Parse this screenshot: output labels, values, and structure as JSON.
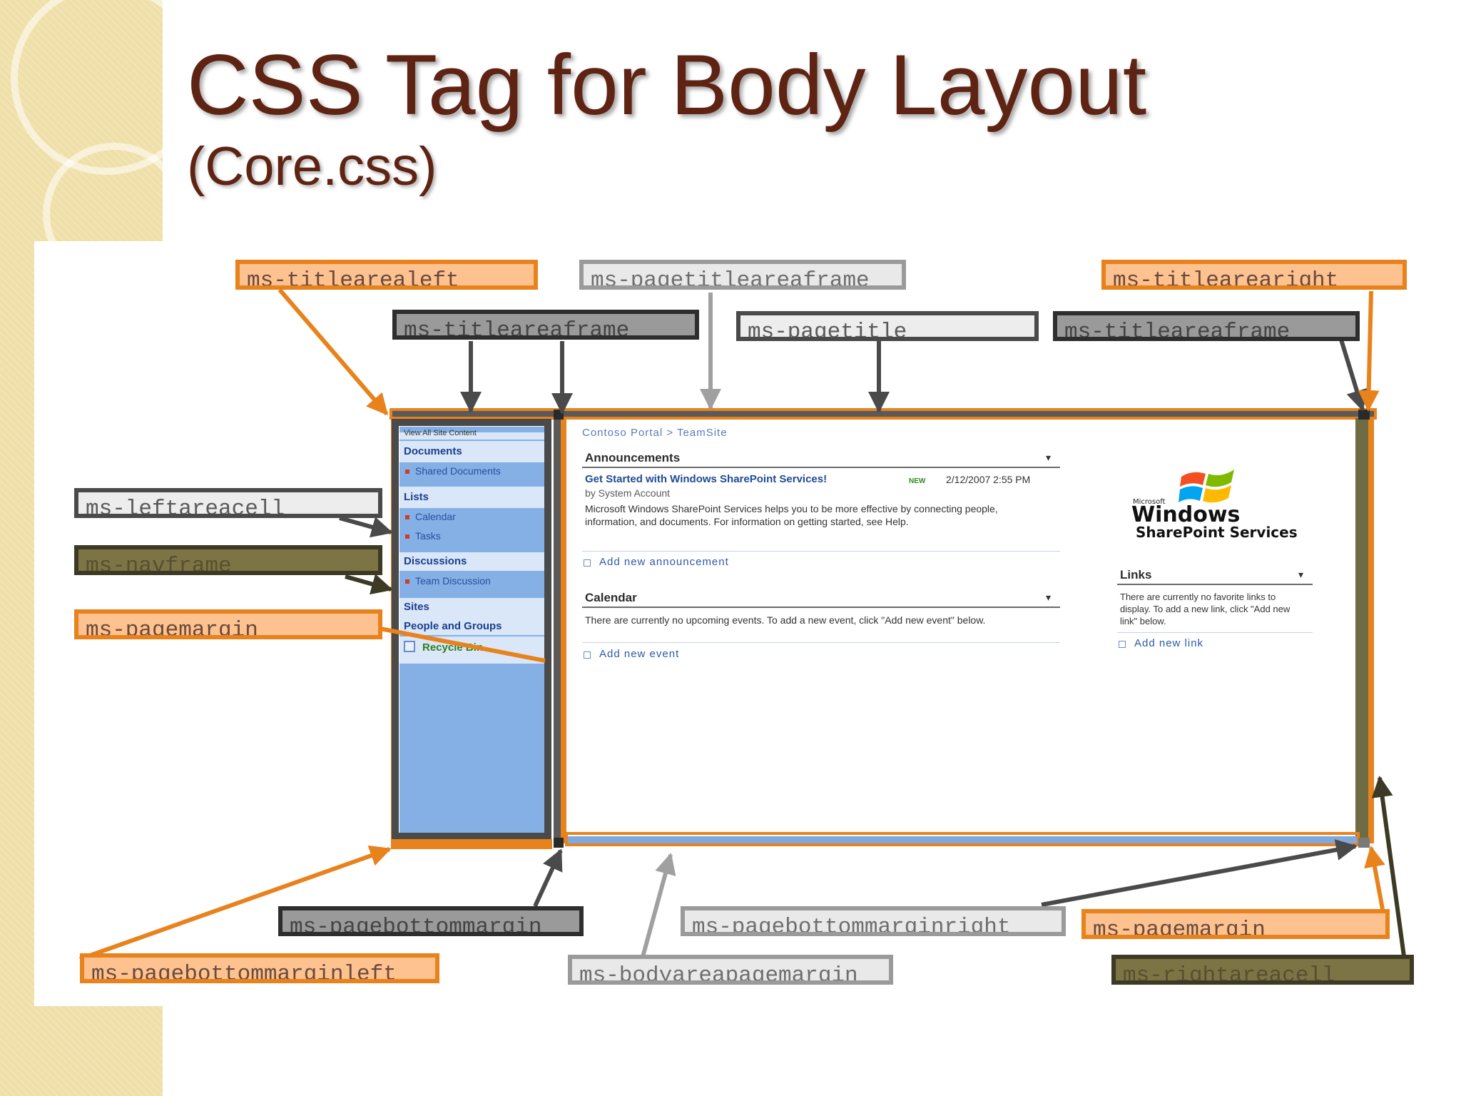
{
  "slide": {
    "title": "CSS Tag for Body Layout",
    "subtitle": "(Core.css)"
  },
  "labels": {
    "titlearealeft": "ms-titlearealeft",
    "pagetitleareaframe": "ms-pagetitleareaframe",
    "titlearearight": "ms-titlearearight",
    "titleareaframe_left": "ms-titleareaframe",
    "pagetitle": "ms-pagetitle",
    "titleareaframe_right": "ms-titleareaframe",
    "leftareacell": "ms-leftareacell",
    "navframe": "ms-navframe",
    "pagemargin_left": "ms-pagemargin",
    "pagebottommargin": "ms-pagebottommargin",
    "pagebottommarginright": "ms-pagebottommarginright",
    "pagemargin_right": "ms-pagemargin",
    "pagebottommarginleft": "ms-pagebottommarginleft",
    "bodyareapagemargin": "ms-bodyareapagemargin",
    "rightareacell": "ms-rightareacell"
  },
  "sharepoint": {
    "quick_launch": {
      "view_all": "View All Site Content",
      "documents": "Documents",
      "shared_documents": "Shared Documents",
      "lists": "Lists",
      "calendar": "Calendar",
      "tasks": "Tasks",
      "discussions": "Discussions",
      "team_discussion": "Team Discussion",
      "sites": "Sites",
      "people_and_groups": "People and Groups",
      "recycle_bin": "Recycle Bin"
    },
    "breadcrumb": "Contoso Portal > TeamSite",
    "announcements": {
      "title": "Announcements",
      "item_title": "Get Started with Windows SharePoint Services!",
      "item_badge": "NEW",
      "item_date": "2/12/2007 2:55 PM",
      "item_author": "by System Account",
      "item_body": "Microsoft Windows SharePoint Services helps you to be more effective by connecting people, information, and documents. For information on getting started, see Help.",
      "add_link": "Add new announcement"
    },
    "calendar": {
      "title": "Calendar",
      "body": "There are currently no upcoming events. To add a new event, click \"Add new event\" below.",
      "add_link": "Add new event"
    },
    "logo": {
      "microsoft": "Microsoft",
      "windows": "Windows",
      "sharepoint": "SharePoint Services"
    },
    "links": {
      "title": "Links",
      "body": "There are currently no favorite links to display. To add a new link, click \"Add new link\" below.",
      "add_link": "Add new link"
    }
  },
  "colors": {
    "title": "#5e2312",
    "orange": "#e8821c",
    "dark": "#3a3a3a",
    "gray": "#9a9a9a",
    "olive": "#3c3a24",
    "nav_blue": "#84b0e6"
  }
}
